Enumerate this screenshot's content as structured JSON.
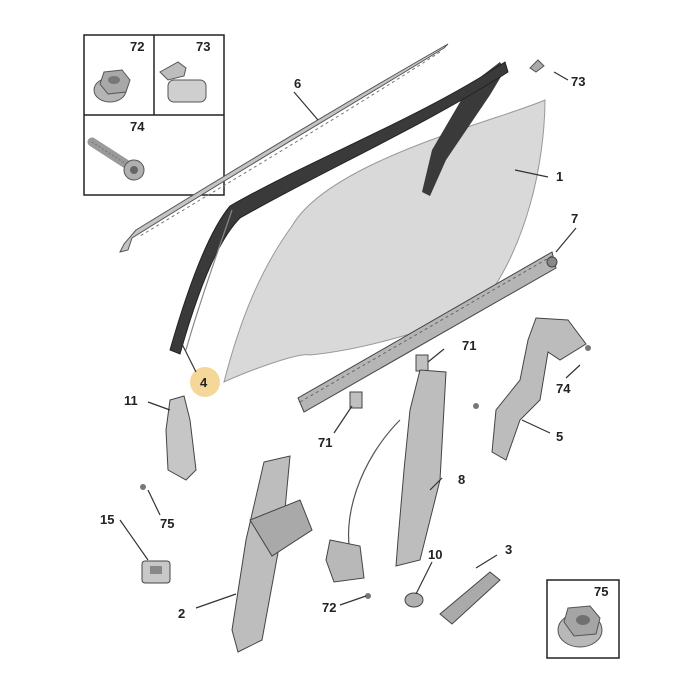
{
  "inset_boxes": {
    "top_left": [
      "72",
      "73",
      "74"
    ],
    "bottom_right": [
      "75"
    ]
  },
  "callouts": {
    "c1": "1",
    "c2": "2",
    "c3": "3",
    "c4": "4",
    "c5": "5",
    "c6": "6",
    "c7": "7",
    "c8": "8",
    "c10": "10",
    "c11": "11",
    "c15": "15",
    "c71a": "71",
    "c71b": "71",
    "c72": "72",
    "c73": "73",
    "c74": "74",
    "c75": "75"
  },
  "highlight": {
    "callout": "4",
    "color": "#f6d79a"
  },
  "colors": {
    "glass": "#d9d9d9",
    "seal": "#3a3a3a",
    "part": "#bdbdbd",
    "line": "#333333"
  }
}
